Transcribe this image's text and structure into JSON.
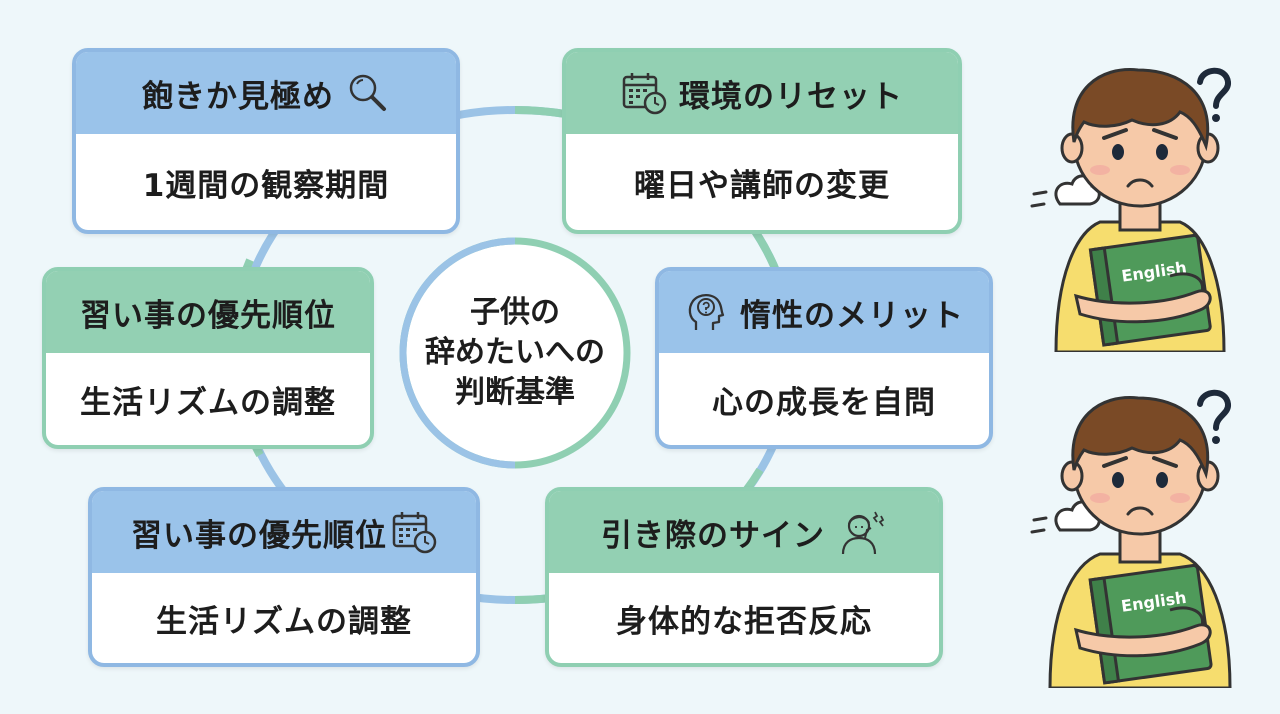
{
  "center": {
    "text": "子供の\n辞めたいへの\n判断基準"
  },
  "cards": [
    {
      "id": "boredom",
      "title": "飽きか見極め",
      "icon": "magnifier-icon",
      "body": "1週間の観察期間",
      "color": "blue"
    },
    {
      "id": "environment",
      "title": "環境のリセット",
      "icon": "calendar-clock-icon",
      "body": "曜日や講師の変更",
      "color": "green"
    },
    {
      "id": "priority-1",
      "title": "習い事の優先順位",
      "icon": "",
      "body": "生活リズムの調整",
      "color": "green"
    },
    {
      "id": "inertia",
      "title": "惰性のメリット",
      "icon": "head-question-icon",
      "body": "心の成長を自問",
      "color": "blue"
    },
    {
      "id": "priority-2",
      "title": "習い事の優先順位",
      "icon": "calendar-clock-icon",
      "body": "生活リズムの調整",
      "color": "blue"
    },
    {
      "id": "quit-sign",
      "title": "引き際のサイン",
      "icon": "stressed-person-icon",
      "body": "身体的な拒否反応",
      "color": "green"
    }
  ],
  "illustrations": [
    {
      "book_label": "English"
    },
    {
      "book_label": "English"
    }
  ],
  "colors": {
    "blue_header": "#9ac3ea",
    "green_header": "#93d0b3",
    "ring_blue": "#9bc3e6",
    "ring_green": "#8fcfb2",
    "shirt": "#f6dd6e",
    "book": "#4f9a5a",
    "hair": "#7a4a26"
  }
}
